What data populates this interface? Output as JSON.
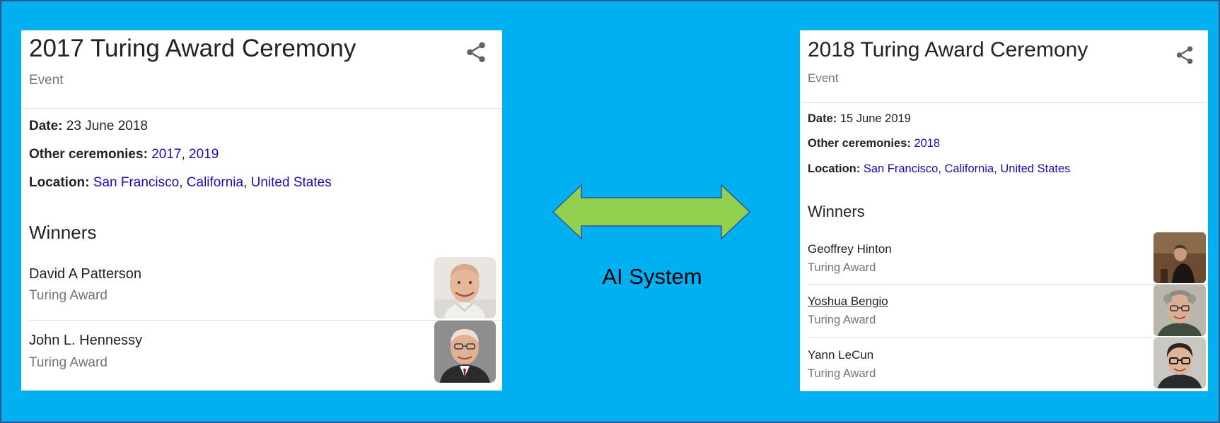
{
  "left_card": {
    "title": "2017 Turing Award Ceremony",
    "subtitle": "Event",
    "date": {
      "label": "Date:",
      "value": "23 June 2018"
    },
    "other_ceremonies": {
      "label": "Other ceremonies:",
      "links": [
        "2017",
        "2019"
      ]
    },
    "location": {
      "label": "Location:",
      "links": [
        "San Francisco",
        "California",
        "United States"
      ]
    },
    "winners_heading": "Winners",
    "winners": [
      {
        "name": "David A Patterson",
        "award": "Turing Award"
      },
      {
        "name": "John L. Hennessy",
        "award": "Turing Award"
      }
    ]
  },
  "right_card": {
    "title": "2018 Turing Award Ceremony",
    "subtitle": "Event",
    "date": {
      "label": "Date:",
      "value": "15 June 2019"
    },
    "other_ceremonies": {
      "label": "Other ceremonies:",
      "links": [
        "2018"
      ]
    },
    "location": {
      "label": "Location:",
      "links": [
        "San Francisco",
        "California",
        "United States"
      ]
    },
    "winners_heading": "Winners",
    "winners": [
      {
        "name": "Geoffrey Hinton",
        "award": "Turing Award"
      },
      {
        "name": "Yoshua Bengio",
        "award": "Turing Award"
      },
      {
        "name": "Yann LeCun",
        "award": "Turing Award"
      }
    ]
  },
  "center": {
    "label": "AI System",
    "arrow_icon": "double-arrow-icon",
    "arrow_color": "#92d050",
    "arrow_outline": "#2f5597"
  },
  "colors": {
    "background": "#00b0f0",
    "link": "#1a0dab",
    "text": "#222222",
    "muted": "#70757a"
  },
  "separator": ", "
}
